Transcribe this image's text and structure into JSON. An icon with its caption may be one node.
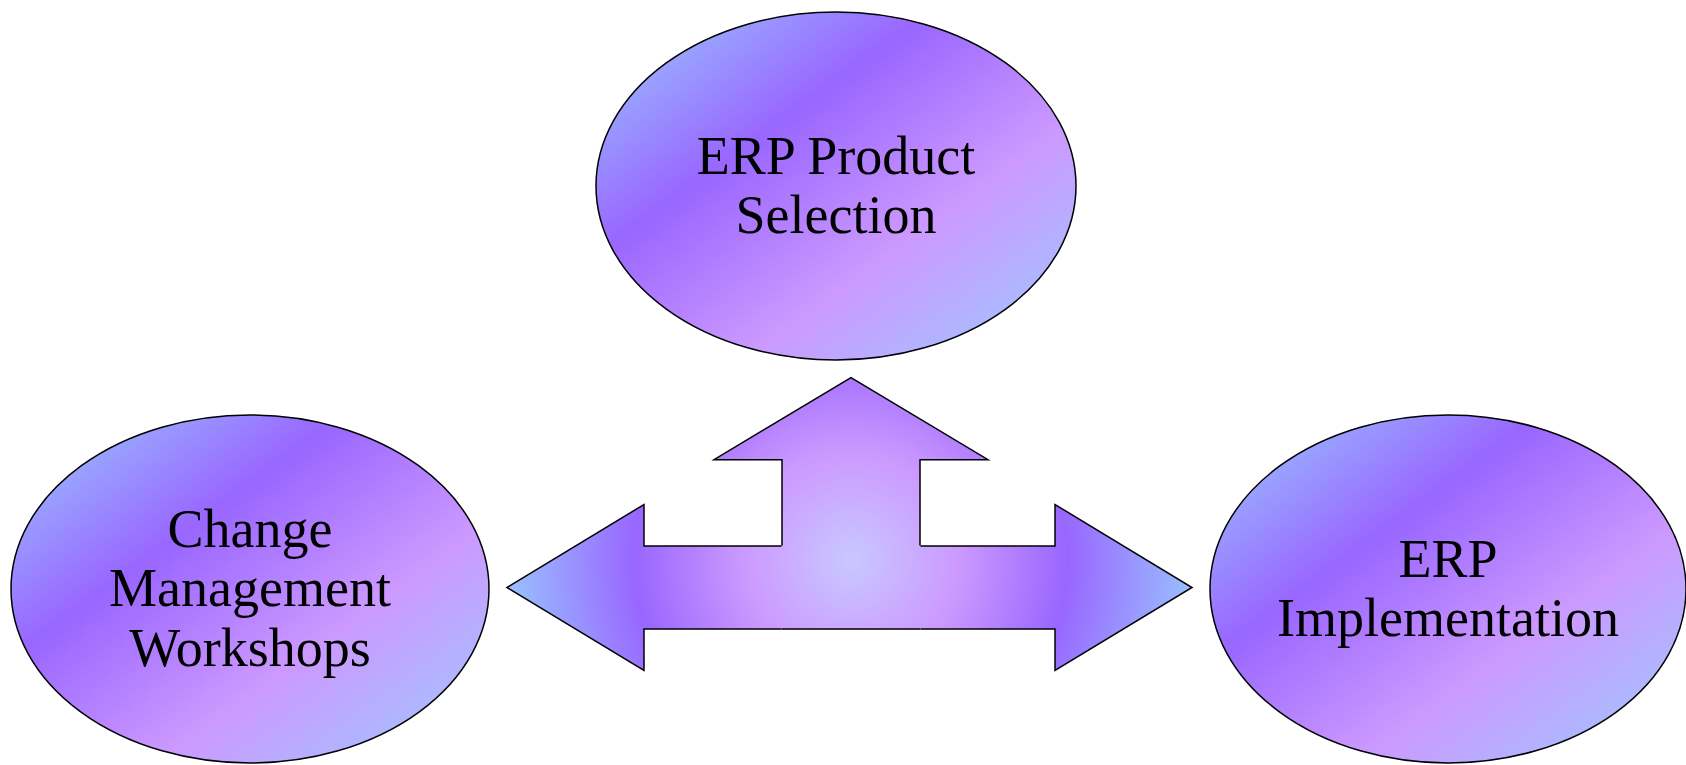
{
  "diagram": {
    "nodes": [
      {
        "text": [
          "ERP Product Selection"
        ]
      },
      {
        "text": [
          "Change Management Workshops"
        ]
      },
      {
        "text": [
          "ERP Implementation"
        ]
      },
      {
        "text": [],
        "shape": "box"
      }
    ],
    "edges": [
      {
        "from": 3,
        "to": 1,
        "arrow": "to"
      },
      {
        "from": 3,
        "to": 0,
        "arrow": "to"
      },
      {
        "from": 3,
        "to": 2,
        "arrow": "to"
      }
    ]
  }
}
